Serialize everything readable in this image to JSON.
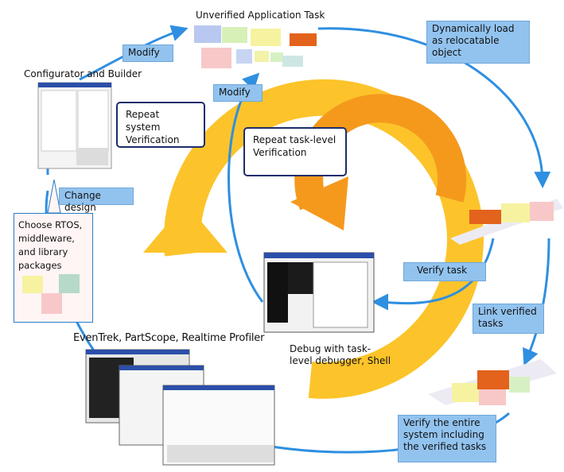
{
  "labels": {
    "unverified_task": "Unverified Application Task",
    "configurator": "Configurator and Builder",
    "modify_top": "Modify",
    "modify_inner": "Modify",
    "dyn_load": "Dynamically load as relocatable object",
    "repeat_system": "Repeat system Verification",
    "repeat_task": "Repeat task-level Verification",
    "change_design": "Change design",
    "choose": "Choose RTOS, middleware, and library packages",
    "verify_task": "Verify task",
    "link_tasks": "Link verified tasks",
    "debug": "Debug with task-level debugger, Shell",
    "tools": "EvenTrek, PartScope, Realtime Profiler",
    "verify_entire": "Verify the entire system including the verified tasks"
  },
  "colors": {
    "outer_arrow": "#fcc42a",
    "inner_arrow": "#f5991d",
    "cycle_line": "#2f8fe0",
    "label_box": "#92c3ef",
    "navy_border": "#1d2c6b"
  }
}
